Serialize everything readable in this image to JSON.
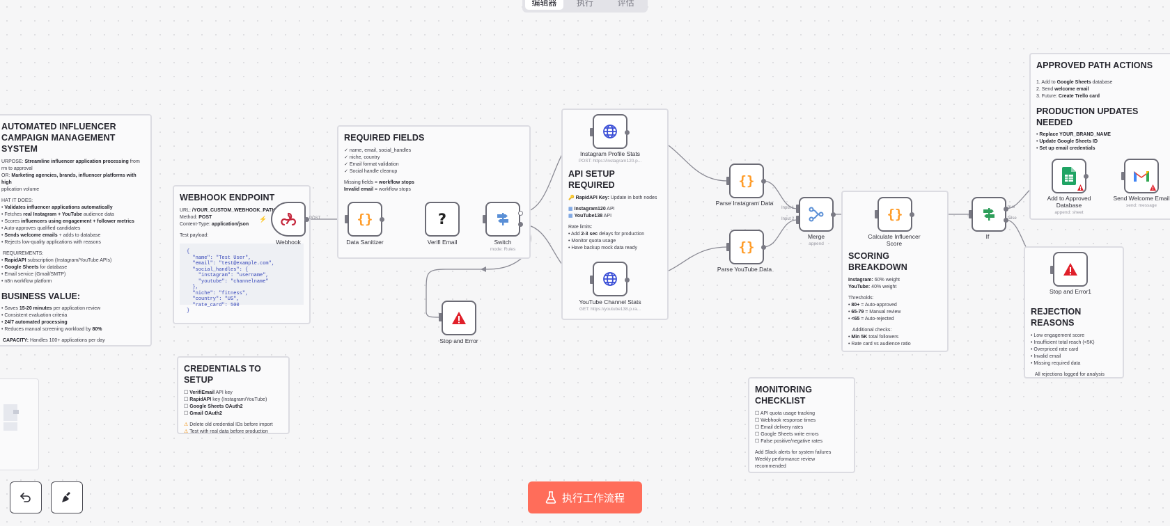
{
  "tabs": [
    "编辑器",
    "执行",
    "评估"
  ],
  "run_button": "执行工作流程",
  "notes": {
    "main": {
      "title": "AUTOMATED INFLUENCER CAMPAIGN MANAGEMENT SYSTEM",
      "purpose_prefix": "URPOSE: ",
      "purpose_bold": "Streamline influencer application processing",
      "purpose_rest": " from",
      "purpose_line2": "rm to approval",
      "for_prefix": "OR: ",
      "for_bold": "Marketing agencies, brands, influencer platforms with high",
      "for_line2": "pplication volume",
      "what_heading": "HAT IT DOES:",
      "what_items": [
        {
          "bold": "Validates influencer applications automatically",
          "rest": ""
        },
        {
          "pre": "Fetches ",
          "bold": "real Instagram + YouTube",
          "rest": " audience data"
        },
        {
          "pre": "Scores ",
          "bold": "influencers using engagement + follower metrics",
          "rest": ""
        },
        {
          "pre": "Auto-approves qualified candidates",
          "bold": "",
          "rest": ""
        },
        {
          "pre": "",
          "bold": "Sends welcome emails",
          "rest": " + adds to database"
        },
        {
          "pre": "Rejects low-quality applications with reasons",
          "bold": "",
          "rest": ""
        }
      ],
      "req_heading": "REQUIREMENTS:",
      "req_items": [
        {
          "bold": "RapidAPI",
          "rest": " subscription (Instagram/YouTube APIs)"
        },
        {
          "bold": "Google Sheets",
          "rest": " for database"
        },
        {
          "bold": "",
          "rest": "Email service (Gmail/SMTP)"
        },
        {
          "bold": "",
          "rest": "n8n workflow platform"
        }
      ],
      "value_heading": "BUSINESS VALUE:",
      "value_items": [
        {
          "pre": "Saves ",
          "bold": "15-20 minutes",
          "rest": " per application review"
        },
        {
          "pre": "Consistent evaluation criteria",
          "bold": "",
          "rest": ""
        },
        {
          "pre": "",
          "bold": "24/7 automated processing",
          "rest": ""
        },
        {
          "pre": "Reduces manual screening workload by ",
          "bold": "80%",
          "rest": ""
        }
      ],
      "capacity_label": "CAPACITY:",
      "capacity_text": " Handles 100+ applications per day"
    },
    "webhook": {
      "title": "WEBHOOK ENDPOINT",
      "url_label": "URL: ",
      "url": "/YOUR_CUSTOM_WEBHOOK_PATH",
      "method_label": "Method: ",
      "method": "POST",
      "ct_label": "Content-Type: ",
      "ct": "application/json",
      "payload_label": "Test payload:",
      "payload": "{\n  \"name\": \"Test User\",\n  \"email\": \"test@example.com\",\n  \"social_handles\": {\n    \"instagram\": \"username\",\n    \"youtube\": \"channelname\"\n  },\n  \"niche\": \"fitness\",\n  \"country\": \"US\",\n  \"rate_card\": 500\n}"
    },
    "required": {
      "title": "REQUIRED FIELDS",
      "items": [
        "name, email, social_handles",
        "niche, country",
        "Email format validation",
        "Social handle cleanup"
      ],
      "missing_pre": "Missing fields = ",
      "missing_bold": "workflow stops",
      "invalid_bold": "Invalid email",
      "invalid_rest": " = workflow stops"
    },
    "api": {
      "title": "API SETUP REQUIRED",
      "key_bold": "RapidAPI Key:",
      "key_rest": " Update in both nodes",
      "api1": "Instagram120",
      "api2": "YouTube138",
      "api_suffix": " API",
      "rate_heading": "Rate limits:",
      "rate_items": [
        {
          "pre": "Add ",
          "bold": "2-3 sec",
          "rest": " delays for production"
        },
        {
          "pre": "Monitor quota usage",
          "bold": "",
          "rest": ""
        },
        {
          "pre": "Have backup mock data ready",
          "bold": "",
          "rest": ""
        }
      ]
    },
    "scoring": {
      "title": "SCORING BREAKDOWN",
      "ig_bold": "Instagram:",
      "ig_rest": " 60% weight",
      "yt_bold": "YouTube:",
      "yt_rest": " 40% weight",
      "thresholds": "Thresholds:",
      "t_items": [
        {
          "bold": "80+",
          "rest": " = Auto-approved"
        },
        {
          "bold": "65-79",
          "rest": " = Manual review"
        },
        {
          "bold": "<65",
          "rest": " = Auto-rejected"
        }
      ],
      "additional": "Additional checks:",
      "a_items": [
        {
          "bold": "Min 5K",
          "rest": " total followers"
        },
        {
          "bold": "",
          "rest": "Rate card vs audience ratio"
        }
      ]
    },
    "approved": {
      "title": "APPROVED PATH ACTIONS",
      "items": [
        {
          "pre": "1. Add to ",
          "bold": "Google Sheets",
          "rest": " database"
        },
        {
          "pre": "2. Send ",
          "bold": "welcome email",
          "rest": ""
        },
        {
          "pre": "3. Future: ",
          "bold": "Create Trello card",
          "rest": ""
        }
      ],
      "prod_title": "PRODUCTION UPDATES NEEDED",
      "prod_items": [
        "Replace YOUR_BRAND_NAME",
        "Update Google Sheets ID",
        "Set up email credentials"
      ]
    },
    "rejection": {
      "title": "REJECTION REASONS",
      "items": [
        "Low engagement score",
        "Insufficient total reach (<5K)",
        "Overpriced rate card",
        "Invalid email",
        "Missing required data"
      ],
      "footer": "All rejections logged for analysis"
    },
    "credentials": {
      "title": "CREDENTIALS TO SETUP",
      "items": [
        {
          "bold": "VerifiEmail",
          "rest": " API key"
        },
        {
          "bold": "RapidAPI",
          "rest": " key (Instagram/YouTube)"
        },
        {
          "bold": "Google Sheets OAuth2",
          "rest": ""
        },
        {
          "bold": "Gmail OAuth2",
          "rest": ""
        }
      ],
      "warnings": [
        "Delete old credential IDs before import",
        "Test with real data before production"
      ]
    },
    "monitoring": {
      "title": "MONITORING CHECKLIST",
      "items": [
        "API quota usage tracking",
        "Webhook response times",
        "Email delivery rates",
        "Google Sheets write errors",
        "False positive/negative rates"
      ],
      "footer1": "Add Slack alerts for system failures",
      "footer2": "Weekly performance review",
      "footer3": "recommended"
    }
  },
  "nodes": {
    "webhook": {
      "label": "Webhook",
      "port": "POST"
    },
    "sanitizer": {
      "label": "Data Sanitizer"
    },
    "verifi": {
      "label": "Verifi Email"
    },
    "switch": {
      "label": "Switch",
      "sub": "mode: Rules"
    },
    "stop1": {
      "label": "Stop and Error"
    },
    "ig": {
      "label": "Instagram Profile Stats",
      "sub": "POST: https://instagram120.p..."
    },
    "yt": {
      "label": "YouTube Channel Stats",
      "sub": "GET: https://youtube138.p.ra..."
    },
    "parse_ig": {
      "label": "Parse Instagram Data"
    },
    "parse_yt": {
      "label": "Parse YouTube Data"
    },
    "merge": {
      "label": "Merge",
      "sub": "append",
      "in1": "Input 1",
      "in2": "Input 2"
    },
    "calc": {
      "label": "Calculate Influencer",
      "label2": "Score"
    },
    "if": {
      "label": "If",
      "true": "true",
      "false": "false"
    },
    "sheets": {
      "label": "Add to Approved",
      "label2": "Database",
      "sub": "append: sheet"
    },
    "gmail": {
      "label": "Send Welcome Email",
      "sub": "send: message"
    },
    "stop2": {
      "label": "Stop and Error1"
    }
  },
  "colors": {
    "accent": "#ff6d5a",
    "braces": "#ff9b26",
    "globe": "#3b4fd6",
    "error": "#e0202a",
    "if": "#2e9e5a"
  }
}
